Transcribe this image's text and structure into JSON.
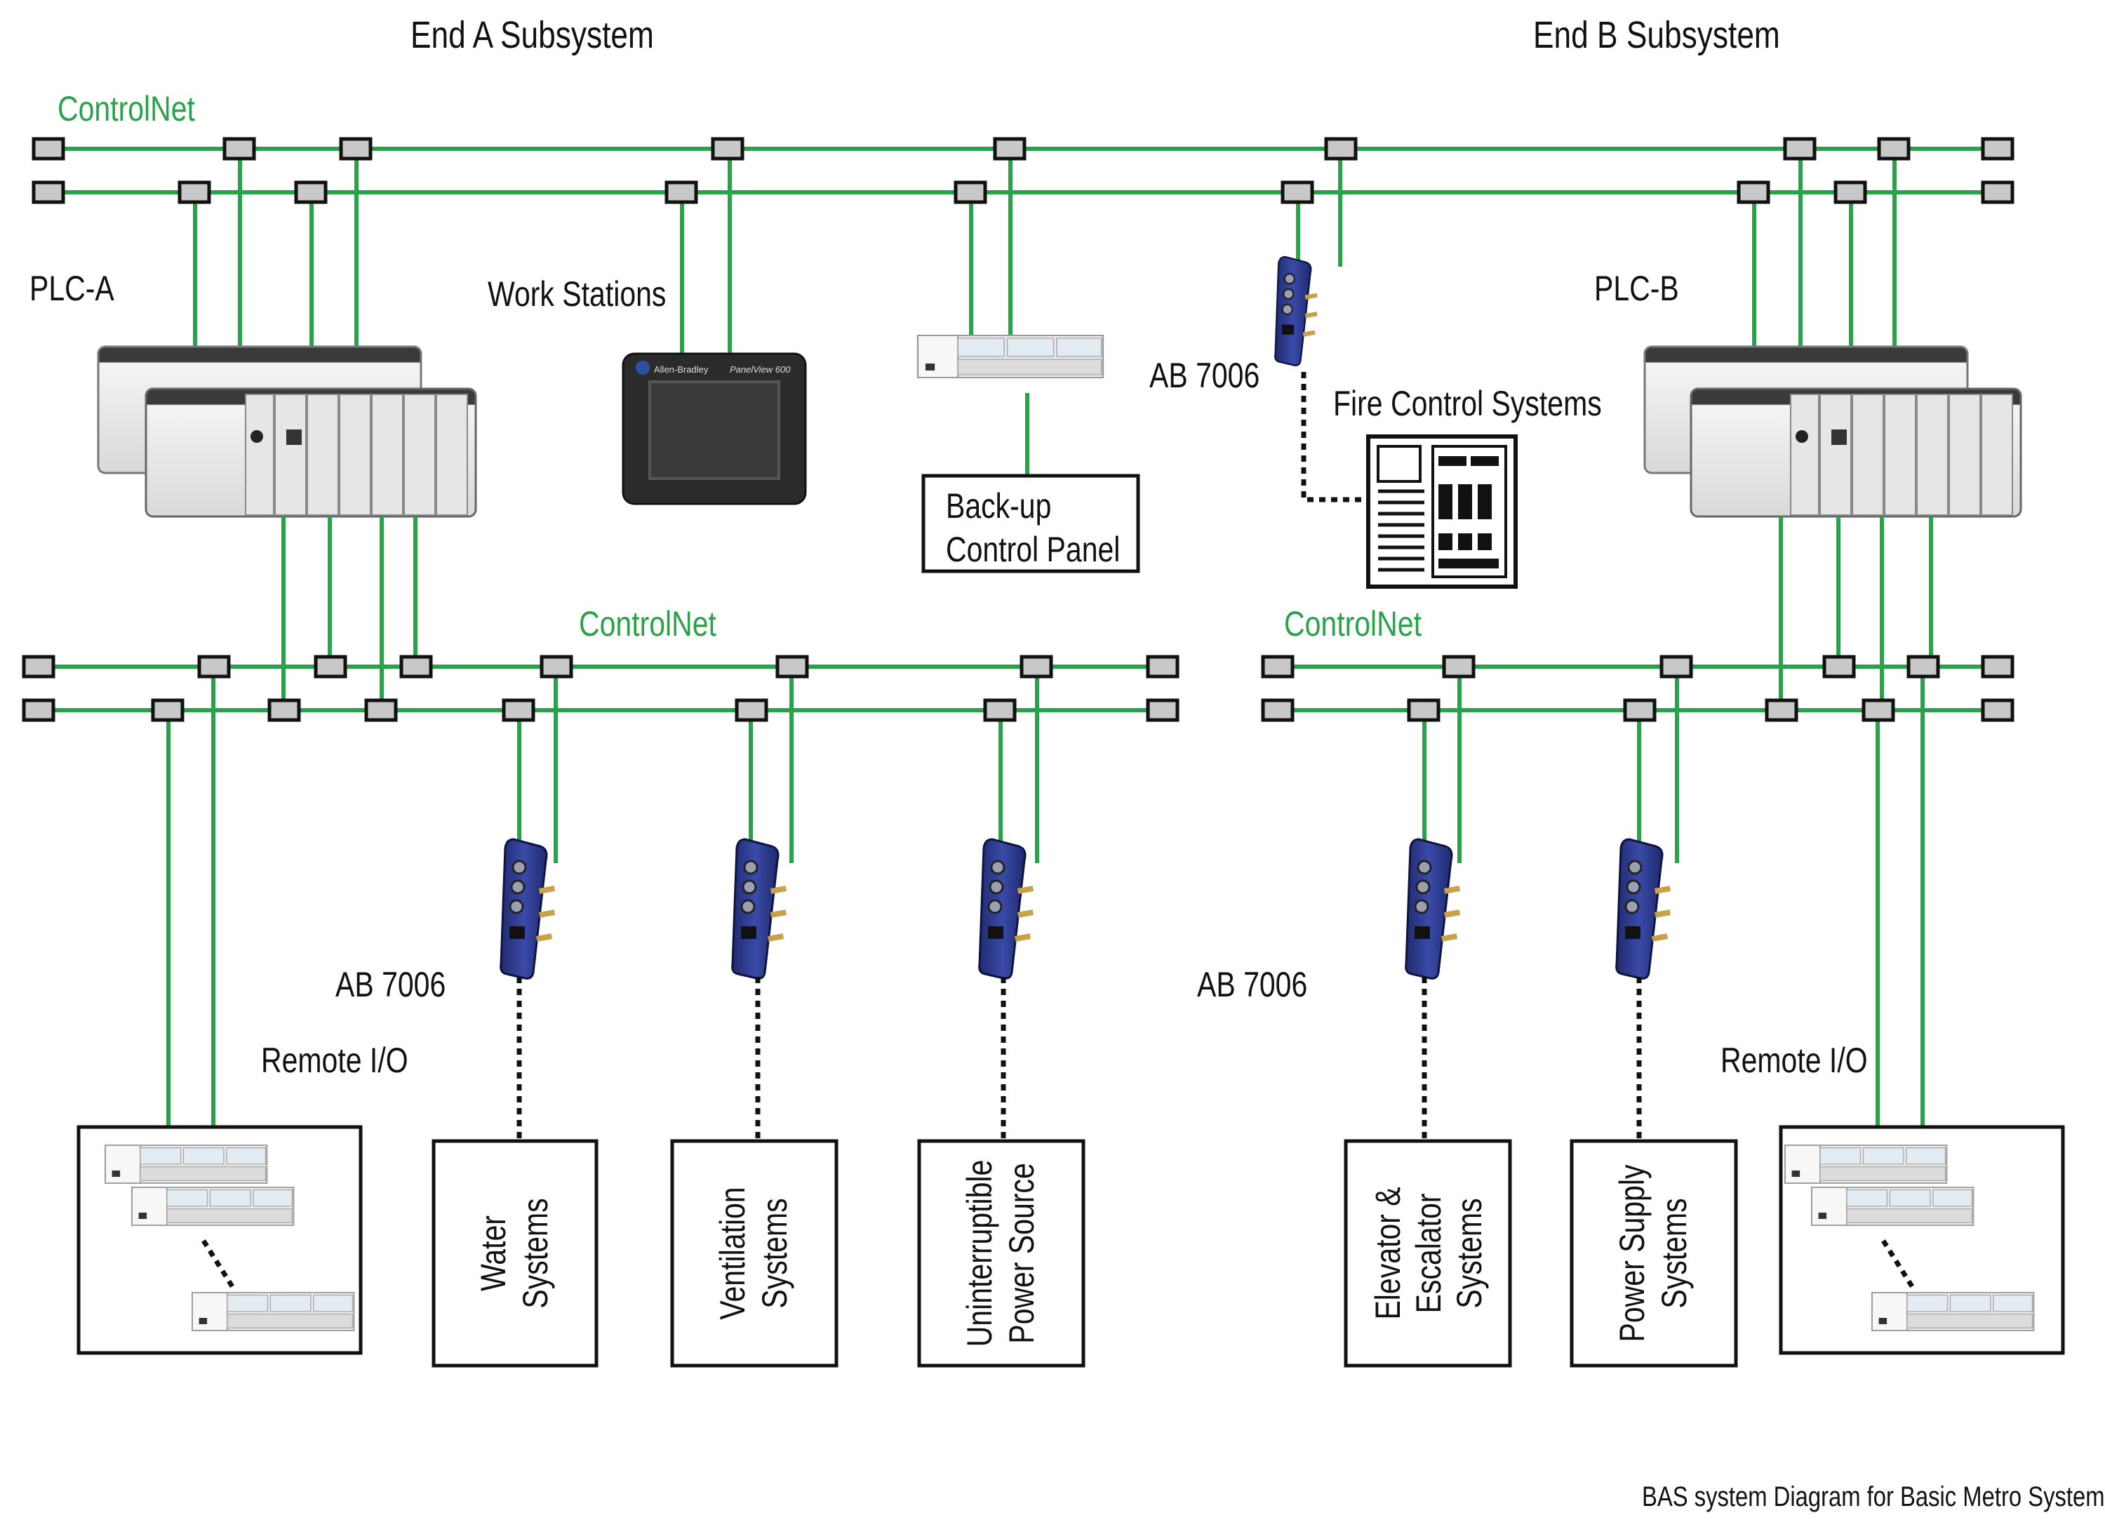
{
  "titles": {
    "end_a": "End A Subsystem",
    "end_b": "End B Subsystem",
    "caption": "BAS system Diagram for Basic Metro System"
  },
  "networks": {
    "top": "ControlNet",
    "bottom_left": "ControlNet",
    "bottom_right": "ControlNet"
  },
  "devices": {
    "plc_a": "PLC-A",
    "plc_b": "PLC-B",
    "work_stations": "Work Stations",
    "panelview_brand": "Allen-Bradley",
    "panelview_model": "PanelView 600",
    "ab7006_top": "AB 7006",
    "ab7006_left": "AB 7006",
    "ab7006_right": "AB 7006",
    "fire_control": "Fire Control Systems",
    "backup_panel_line1": "Back-up",
    "backup_panel_line2": "Control Panel",
    "remote_io_left": "Remote I/O",
    "remote_io_right": "Remote I/O"
  },
  "systems": {
    "water": [
      "Water",
      "Systems"
    ],
    "ventilation": [
      "Ventilation",
      "Systems"
    ],
    "ups": [
      "Uninterruptible",
      "Power Source"
    ],
    "elevator": [
      "Elevator &",
      "Escalator",
      "Systems"
    ],
    "power_supply": [
      "Power Supply",
      "Systems"
    ]
  },
  "colors": {
    "network_green": "#2aa24a",
    "gateway_blue": "#2c3a8c",
    "tap_gray": "#c8c8c8"
  }
}
